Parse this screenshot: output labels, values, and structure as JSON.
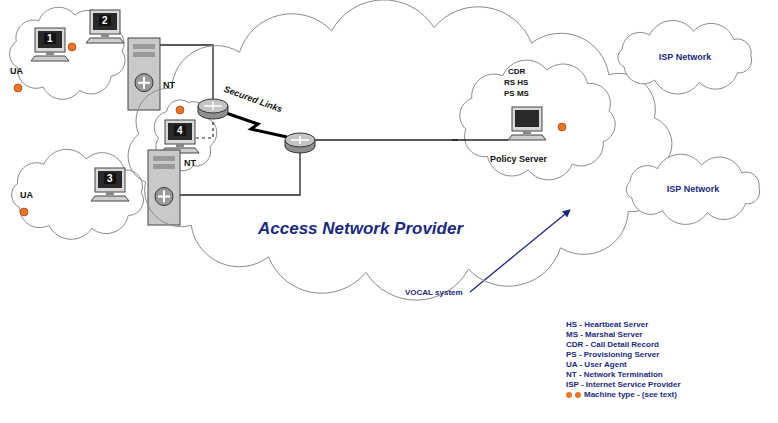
{
  "diagram": {
    "nodes": [
      {
        "text": [
          "Access Network Provider"
        ]
      },
      {
        "text": [
          "CDR",
          "RS HS",
          "PS MS",
          "Policy Server"
        ],
        "in": 0
      },
      {
        "text": [
          "ISP Network"
        ]
      },
      {
        "text": [
          "ISP Network"
        ]
      }
    ],
    "labels": [
      "1",
      "2",
      "UA",
      "NT",
      "Secured Links",
      "4",
      "3",
      "UA",
      "NT",
      "VOCAL system"
    ],
    "legend": [
      {
        "text": "HS - Heartbeat Server"
      },
      {
        "text": "MS - Marshal Server"
      },
      {
        "text": "CDR - Call Detail Record"
      },
      {
        "text": "PS - Provisioning Server"
      },
      {
        "text": "UA - User Agent"
      },
      {
        "text": "NT - Network Termination"
      },
      {
        "text": "ISP - Internet Service Provider"
      },
      {
        "text": "Machine type - (see text)",
        "color": "#e8752a"
      }
    ]
  }
}
